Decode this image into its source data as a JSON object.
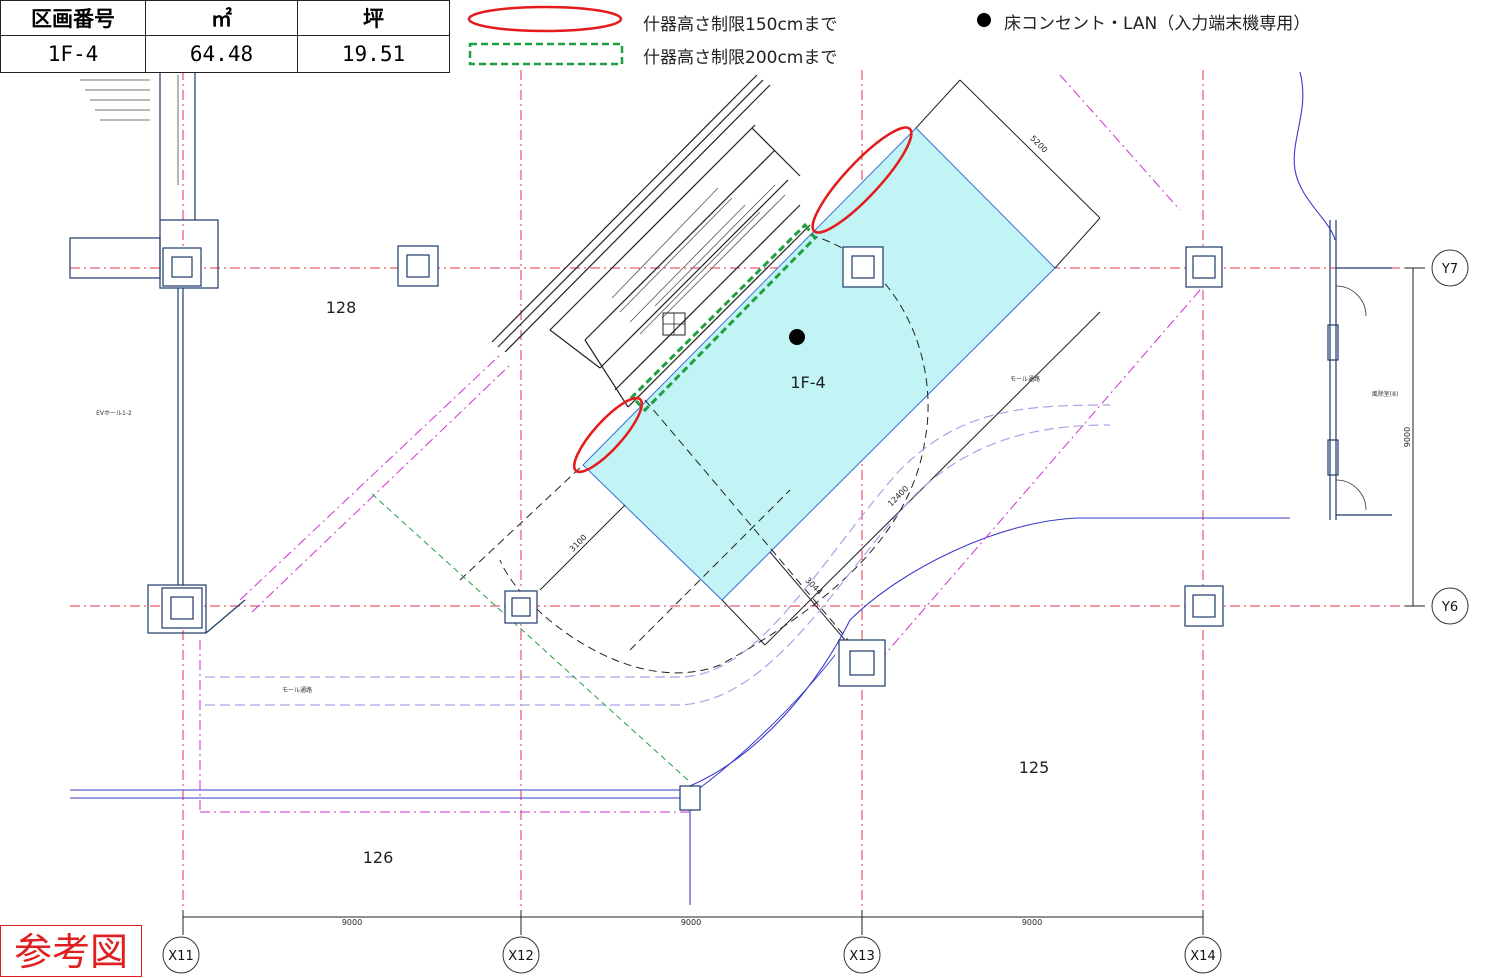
{
  "info_table": {
    "headers": [
      "区画番号",
      "㎡",
      "坪"
    ],
    "values": [
      "1F-4",
      "64.48",
      "19.51"
    ]
  },
  "legend": {
    "red_ellipse_label": "什器高さ制限150cmまで",
    "green_dashed_label": "什器高さ制限200cmまで",
    "outlet_label": "床コンセント・LAN（入力端末機専用）"
  },
  "grid_labels": {
    "x": [
      "X11",
      "X12",
      "X13",
      "X14"
    ],
    "y": [
      "Y7",
      "Y6"
    ]
  },
  "dimensions": {
    "x_spacing": [
      "9000",
      "9000",
      "9000"
    ],
    "y_spacing": "9000",
    "d_5200": "5200",
    "d_12400": "12400",
    "d_3100": "3100",
    "d_3044": "3044"
  },
  "room_labels": {
    "r128": "128",
    "r125": "125",
    "r126": "126",
    "unit": "1F-4",
    "ev_hall": "EVホール1-2",
    "mall_1": "モール通路",
    "mall_2": "モール通路",
    "right_room": "風除室(8)"
  },
  "reference_stamp": "参考図",
  "colors": {
    "tenant_fill": "#c2f4f6",
    "height_limit_150": "#e31b1b",
    "height_limit_200": "#1fa040",
    "grid_axis": "#e0304a",
    "mall_line": "#3a3acc",
    "magenta_line": "#d22fd2"
  }
}
